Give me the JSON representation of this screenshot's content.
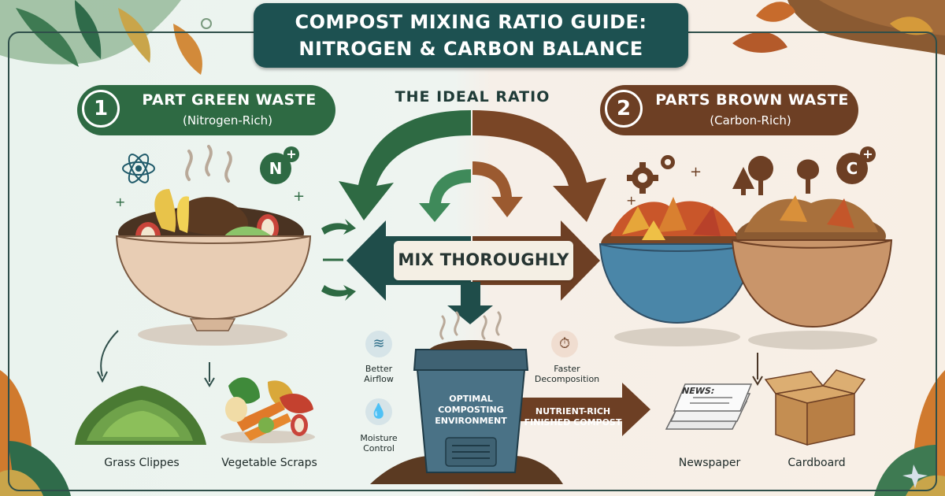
{
  "title": {
    "line1": "COMPOST MIXING RATIO GUIDE:",
    "line2": "NITROGEN & CARBON BALANCE"
  },
  "green": {
    "number": "1",
    "label": "PART GREEN WASTE",
    "sub": "(Nitrogen-Rich)",
    "badge": "N",
    "items": [
      "Grass Clippes",
      "Vegetable Scraps"
    ]
  },
  "brown": {
    "number": "2",
    "label": "PARTS BROWN WASTE",
    "sub": "(Carbon-Rich)",
    "badge": "C",
    "items": [
      "Newspaper",
      "Cardboard"
    ]
  },
  "center": {
    "ideal": "THE IDEAL RATIO",
    "mix": "MIX THOROUGHLY",
    "benefits": [
      "Better Airflow",
      "Moisture Control",
      "Faster Decomposition"
    ],
    "bin": "OPTIMAL COMPOSTING ENVIRONMENT",
    "output": "NUTRIENT-RICH FINISHED COMPOST",
    "newspaper_print": "NEWS:"
  },
  "colors": {
    "green": "#2e6a43",
    "brown": "#6d3f24",
    "title_bg": "#1d5151",
    "bin": "#3f6273"
  },
  "icons": [
    "atom-icon",
    "steam-icon",
    "gear-icon",
    "tree-icon",
    "wind-icon",
    "water-drop-icon",
    "stopwatch-icon"
  ]
}
